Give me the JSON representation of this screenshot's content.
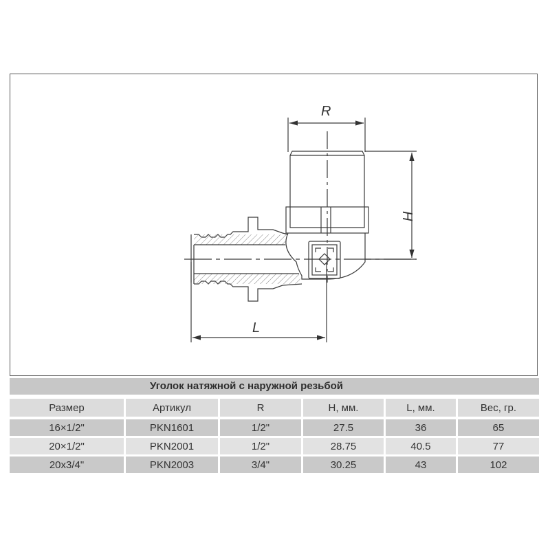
{
  "drawing": {
    "dim_labels": {
      "R": "R",
      "H": "H",
      "L": "L"
    },
    "colors": {
      "line": "#3a3a3a",
      "frame": "#555555",
      "hatch": "#777777"
    }
  },
  "table": {
    "title": "Уголок натяжной с наружной резьбой",
    "headers": [
      "Размер",
      "Артикул",
      "R",
      "H, мм.",
      "L, мм.",
      "Вес, гр."
    ],
    "rows": [
      [
        "16×1/2\"",
        "PKN1601",
        "1/2\"",
        "27.5",
        "36",
        "65"
      ],
      [
        "20×1/2\"",
        "PKN2001",
        "1/2\"",
        "28.75",
        "40.5",
        "77"
      ],
      [
        "20x3/4\"",
        "PKN2003",
        "3/4\"",
        "30.25",
        "43",
        "102"
      ]
    ],
    "colors": {
      "title_bg": "#c7c7c7",
      "header_bg": "#dcdcdc",
      "row_dark": "#c9c9c9",
      "row_light": "#e2e2e2",
      "text": "#333333"
    }
  }
}
